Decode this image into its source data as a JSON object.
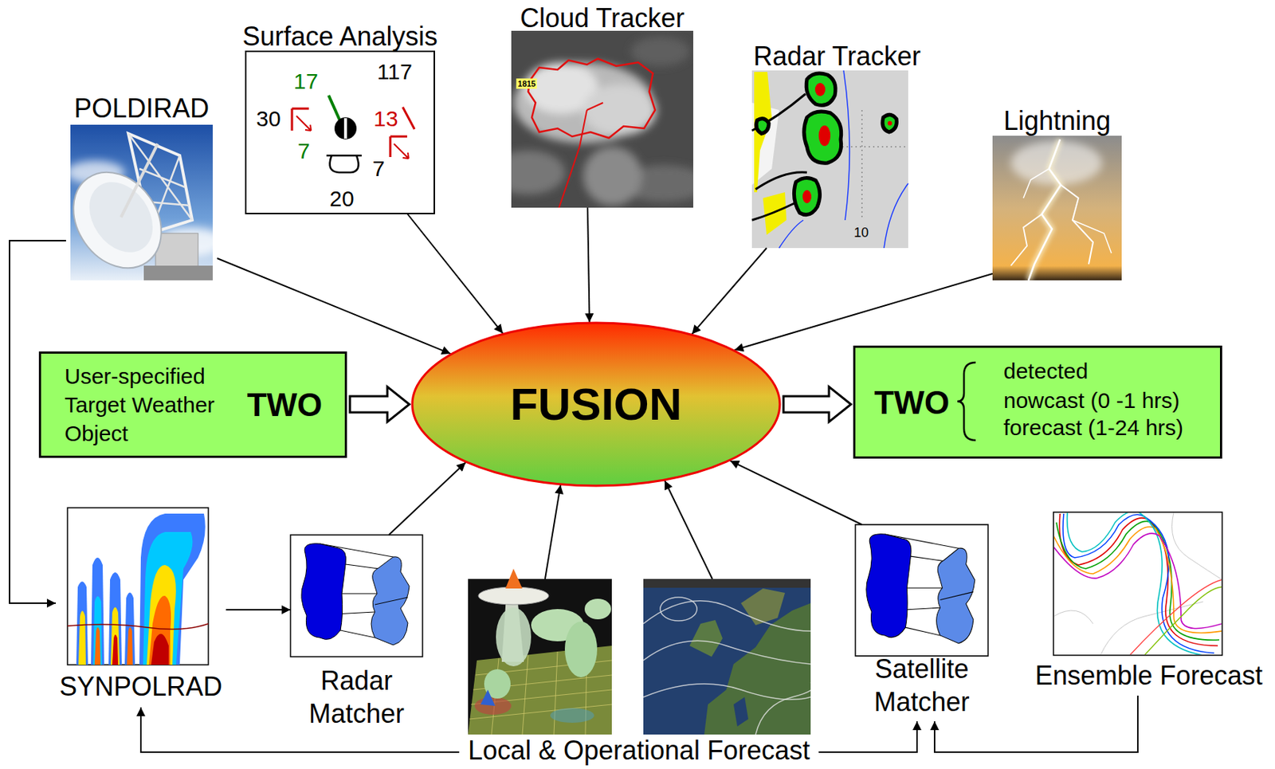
{
  "diagram": {
    "nodes": [
      {
        "text": [
          "POLDIRAD"
        ]
      },
      {
        "text": [
          "Surface Analysis"
        ]
      },
      {
        "text": [
          "Cloud Tracker"
        ]
      },
      {
        "text": [
          "Radar Tracker"
        ]
      },
      {
        "text": [
          "Lightning"
        ]
      },
      {
        "text": [
          "User-specified Target Weather Object",
          "TWO"
        ]
      },
      {
        "text": [
          "FUSION"
        ]
      },
      {
        "text": [
          "TWO",
          "detected",
          "nowcast (0 -1 hrs)",
          "forecast (1-24 hrs)"
        ]
      },
      {
        "text": [
          "SYNPOLRAD"
        ]
      },
      {
        "text": [
          "Radar Matcher"
        ]
      },
      {
        "text": [
          "Local & Operational Forecast"
        ]
      },
      {
        "text": [
          "Satellite Matcher"
        ]
      },
      {
        "text": [
          "Ensemble Forecast"
        ]
      }
    ],
    "edges": [
      {
        "from": 0,
        "to": 6,
        "arrow": "to"
      },
      {
        "from": 1,
        "to": 6,
        "arrow": "to"
      },
      {
        "from": 2,
        "to": 6,
        "arrow": "to"
      },
      {
        "from": 3,
        "to": 6,
        "arrow": "to"
      },
      {
        "from": 4,
        "to": 6,
        "arrow": "to"
      },
      {
        "from": 5,
        "to": 6,
        "arrow": "to"
      },
      {
        "from": 6,
        "to": 7,
        "arrow": "to"
      },
      {
        "from": 0,
        "to": 8,
        "arrow": "to"
      },
      {
        "from": 8,
        "to": 9,
        "arrow": "to"
      },
      {
        "from": 9,
        "to": 6,
        "arrow": "to"
      },
      {
        "from": 10,
        "to": 6,
        "arrow": "to"
      },
      {
        "from": 10,
        "to": 6,
        "arrow": "to"
      },
      {
        "from": 11,
        "to": 6,
        "arrow": "to"
      },
      {
        "from": 10,
        "to": 8,
        "arrow": "to"
      },
      {
        "from": 10,
        "to": 11,
        "arrow": "to"
      },
      {
        "from": 12,
        "to": 11,
        "arrow": "to"
      }
    ],
    "labels": [
      "17",
      "117",
      "30",
      "13",
      "7",
      "7",
      "20",
      "1815",
      "10"
    ]
  }
}
